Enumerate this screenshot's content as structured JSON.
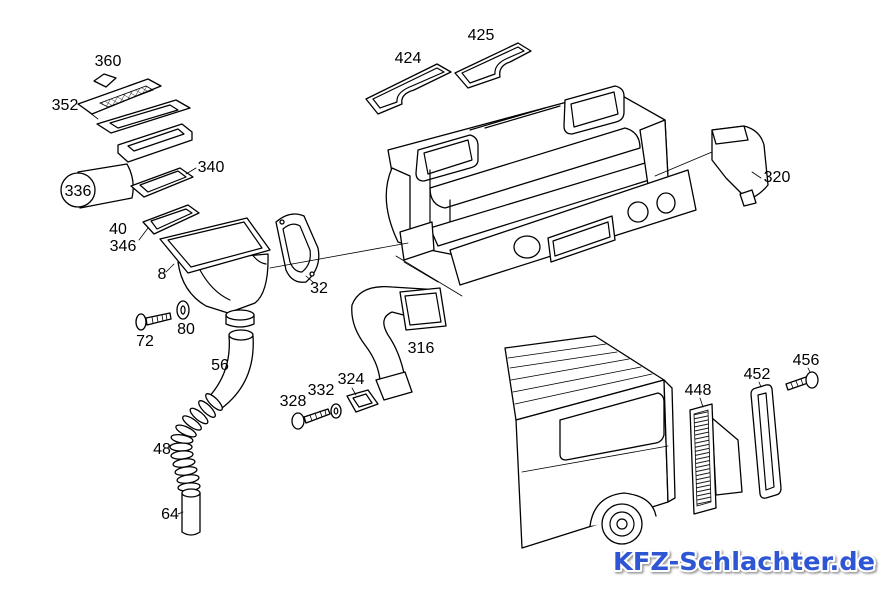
{
  "diagram": {
    "labels": {
      "p360": "360",
      "p352": "352",
      "p336": "336",
      "p340": "340",
      "p40": "40",
      "p346": "346",
      "p8": "8",
      "p72": "72",
      "p80": "80",
      "p56": "56",
      "p48": "48",
      "p64": "64",
      "p32": "32",
      "p316": "316",
      "p324": "324",
      "p332": "332",
      "p328": "328",
      "p424": "424",
      "p425": "425",
      "p320": "320",
      "p448": "448",
      "p452": "452",
      "p456": "456"
    }
  },
  "watermark": {
    "text": "KFZ-Schlachter.de"
  },
  "colors": {
    "line": "#000000",
    "background": "#ffffff",
    "watermark": "#2f55d4",
    "watermark_outline": "#ffffff"
  }
}
